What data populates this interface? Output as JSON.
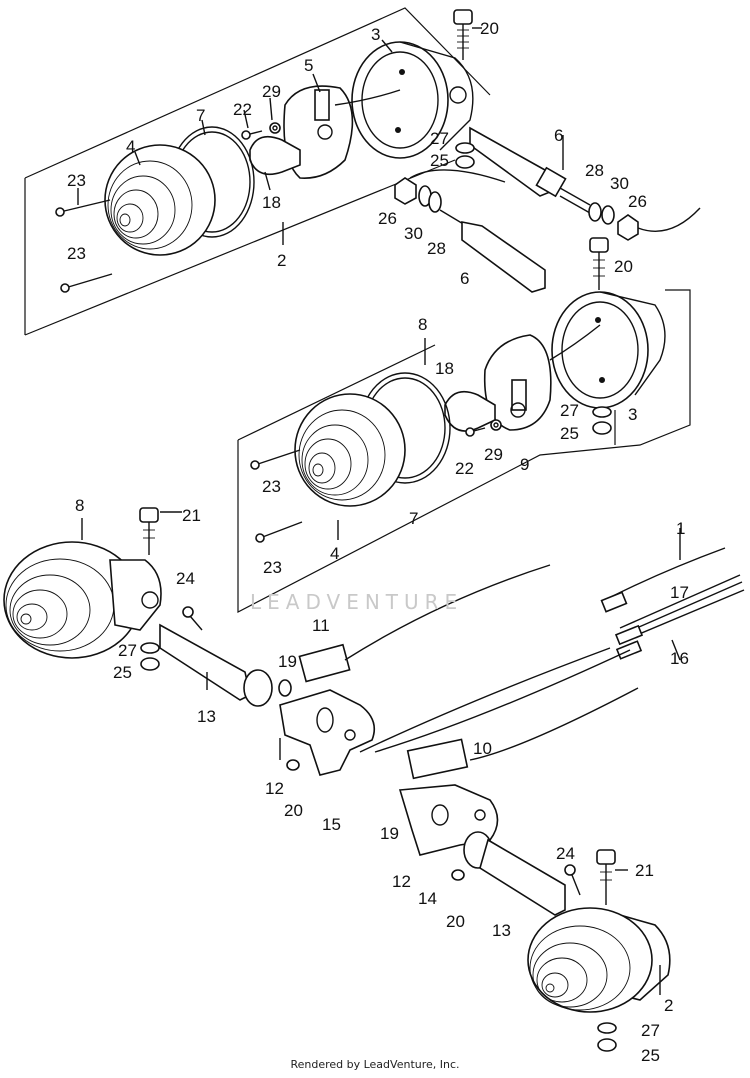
{
  "diagram": {
    "part_numbers": [
      "20",
      "3",
      "5",
      "29",
      "22",
      "7",
      "4",
      "23",
      "18",
      "27",
      "25",
      "6",
      "2",
      "23",
      "26",
      "30",
      "28",
      "28",
      "30",
      "26",
      "6",
      "20",
      "8",
      "18",
      "27",
      "25",
      "3",
      "22",
      "29",
      "9",
      "23",
      "7",
      "4",
      "23",
      "8",
      "21",
      "24",
      "27",
      "25",
      "13",
      "19",
      "11",
      "1",
      "17",
      "16",
      "12",
      "20",
      "15",
      "10",
      "19",
      "12",
      "14",
      "20",
      "13",
      "24",
      "21",
      "2",
      "27",
      "25"
    ],
    "watermark": "LEADVENTURE",
    "footer": "Rendered by LeadVenture, Inc."
  }
}
